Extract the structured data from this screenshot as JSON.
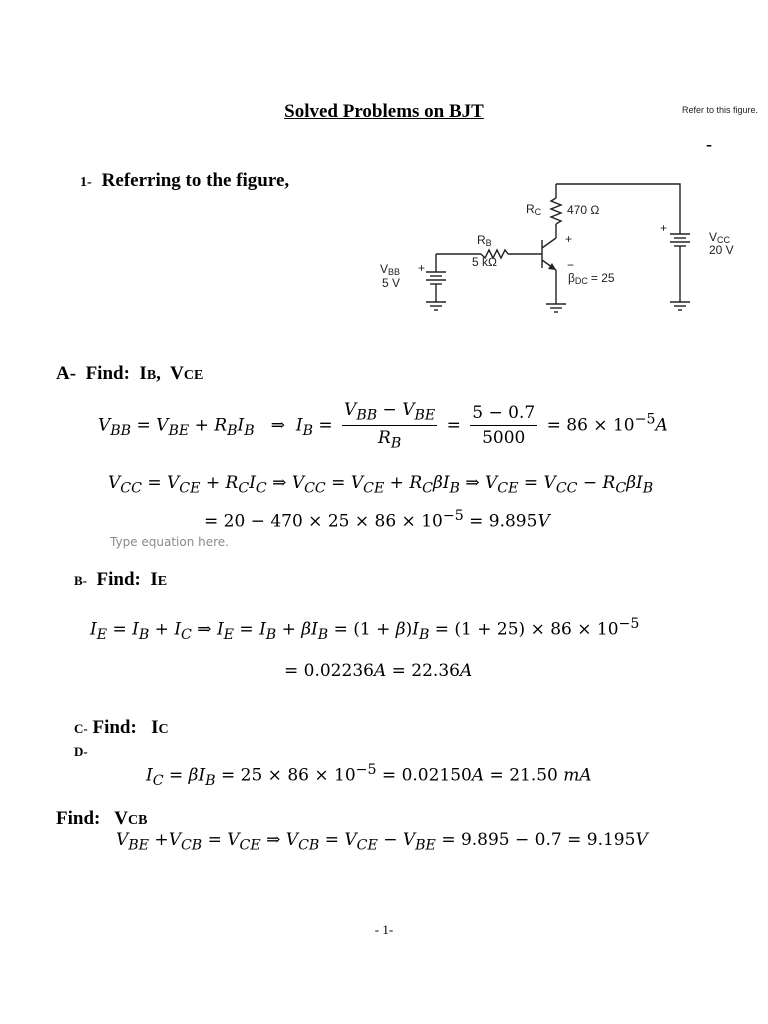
{
  "title": "Solved Problems on BJT",
  "refer_note": "Refer to this figure.",
  "dash": "-",
  "question": {
    "number": "1-",
    "text": "Referring to the figure,"
  },
  "circuit": {
    "rc_label": "R",
    "rc_sub": "C",
    "rc_value": "470 Ω",
    "rb_label": "R",
    "rb_sub": "B",
    "rb_value": "5 kΩ",
    "vbb_label": "V",
    "vbb_sub": "BB",
    "vbb_value": "5 V",
    "vcc_label": "V",
    "vcc_sub": "CC",
    "vcc_value": "20 V",
    "beta_label": "β",
    "beta_sub": "DC",
    "beta_value": "= 25",
    "plus": "+",
    "minus": "−"
  },
  "part_a": {
    "label": "A-",
    "find": "Find:",
    "var1": "I",
    "var1_sub": "B",
    "comma": ",",
    "var2": "V",
    "var2_sub": "CE",
    "eq1_num": "5 − 0.7",
    "eq1_den": "5000",
    "eq1_result": "= 86 × 10",
    "eq1_exp": "−5",
    "eq1_unit": "A",
    "eq3_value": "= 20 − 470 × 25 × 86 × 10",
    "eq3_exp": "−5",
    "eq3_result": "= 9.895",
    "eq3_unit": "V"
  },
  "hint": "Type equation here.",
  "part_b": {
    "label": "B-",
    "find": "Find:",
    "var": "I",
    "var_sub": "E",
    "eq1_tail": "= (1 + 25) × 86 × 10",
    "eq1_exp": "−5",
    "eq2": "= 0.02236",
    "eq2_unit1": "A",
    "eq2_mid": " = 22.36",
    "eq2_unit2": "A"
  },
  "part_c": {
    "label": "C-",
    "find": "Find:",
    "var": "I",
    "var_sub": "C",
    "d_label": "D-",
    "eq_tail": "= 25 × 86 × 10",
    "eq_exp": "−5",
    "eq_result": "= 0.02150",
    "eq_unit1": "A",
    "eq_mid": " = 21.50 ",
    "eq_unit2": "mA"
  },
  "part_d": {
    "find": "Find:",
    "var": "V",
    "var_sub": "CB",
    "eq_tail": "= 9.895 − 0.7 = 9.195",
    "eq_unit": "V"
  },
  "footer": "- 1-"
}
